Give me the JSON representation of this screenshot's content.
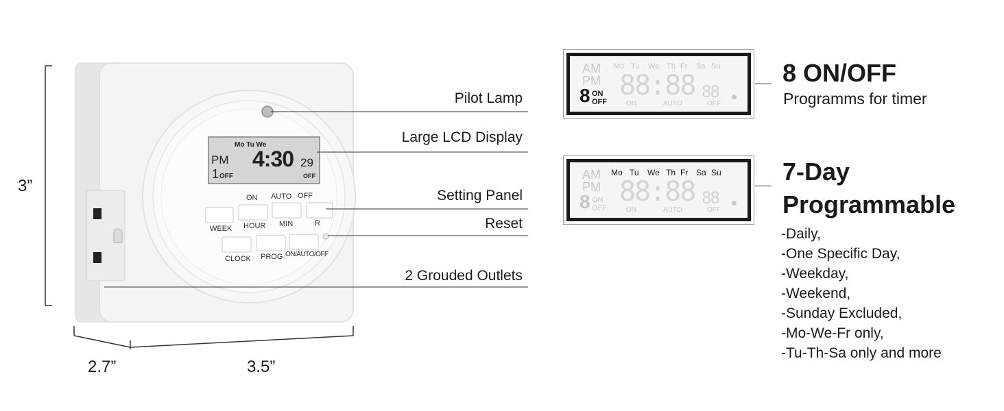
{
  "dimensions": {
    "height": "3”",
    "depth": "2.7”",
    "width": "3.5”"
  },
  "callouts": {
    "pilot_lamp": "Pilot Lamp",
    "lcd": "Large LCD Display",
    "setting_panel": "Setting Panel",
    "reset": "Reset",
    "outlets": "2 Grouded Outlets"
  },
  "device_lcd": {
    "days": "Mo Tu We",
    "period": "PM",
    "time": "4:30",
    "seconds": "29",
    "program": "1",
    "state": "OFF",
    "mode": "OFF"
  },
  "buttons": {
    "top_labels": [
      "ON",
      "AUTO",
      "OFF"
    ],
    "row1": [
      "WEEK",
      "HOUR",
      "MIN",
      "R"
    ],
    "row2": [
      "CLOCK",
      "PROG",
      "ON/AUTO/OFF"
    ]
  },
  "lcd_panel": {
    "am": "AM",
    "pm": "PM",
    "days": [
      "Mo",
      "Tu",
      "We",
      "Th",
      "Fr",
      "Sa",
      "Su"
    ],
    "digits": "88:88",
    "small_digits": "88",
    "program_digit": "8",
    "on": "ON",
    "off": "OFF",
    "bottom": [
      "ON",
      "AUTO",
      "OFF"
    ]
  },
  "feature1": {
    "title": "8 ON/OFF",
    "subtitle": "Programms for timer"
  },
  "feature2": {
    "title_line1": "7-Day",
    "title_line2": "Programmable",
    "items": [
      "-Daily,",
      "-One Specific Day,",
      "-Weekday,",
      "-Weekend,",
      "-Sunday Excluded,",
      "-Mo-We-Fr only,",
      "-Tu-Th-Sa only and more"
    ]
  },
  "colors": {
    "lcd_bg": "#d9dcd6",
    "lcd_faint": "#c2c5c0",
    "device": "#f3f3f3",
    "frame": "#1a1a1a"
  }
}
